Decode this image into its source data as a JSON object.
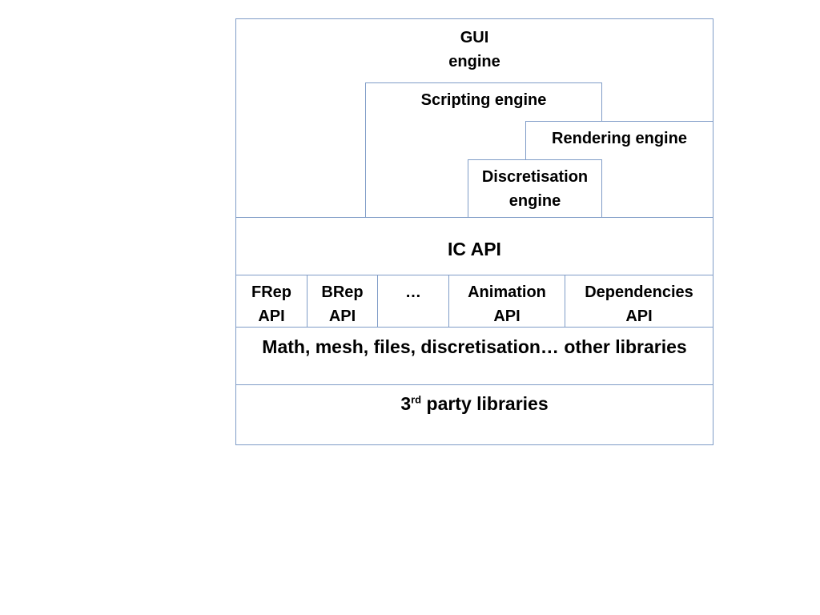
{
  "diagram": {
    "gui_engine": {
      "line1": "GUI",
      "line2": "engine"
    },
    "scripting_engine": "Scripting engine",
    "rendering_engine": "Rendering engine",
    "discretisation_engine": {
      "line1": "Discretisation",
      "line2": "engine"
    },
    "ic_api": "IC API",
    "apis": [
      {
        "line1": "FRep",
        "line2": "API"
      },
      {
        "line1": "BRep",
        "line2": "API"
      },
      {
        "line1": "…",
        "line2": ""
      },
      {
        "line1": "Animation",
        "line2": "API"
      },
      {
        "line1": "Dependencies",
        "line2": "API"
      }
    ],
    "other_libraries": "Math, mesh, files, discretisation… other libraries",
    "third_party": {
      "number": "3",
      "superscript": "rd",
      "text": " party libraries"
    }
  },
  "colors": {
    "border": "#7f9cc7",
    "text": "#000000",
    "background": "#ffffff"
  }
}
